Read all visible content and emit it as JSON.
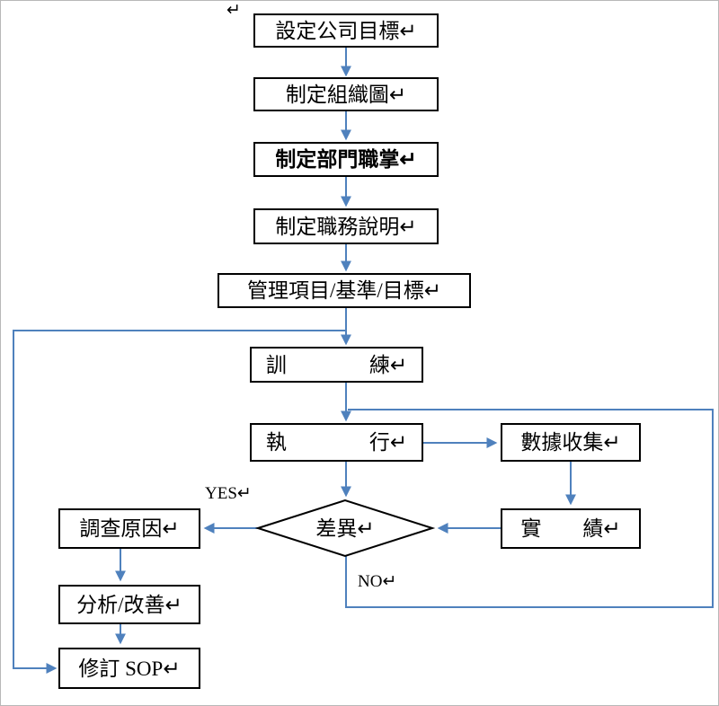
{
  "diagram": {
    "type": "flowchart",
    "colors": {
      "connector": "#4f81bd",
      "box_border": "#000000",
      "box_fill": "#ffffff",
      "text": "#000000",
      "frame_border": "#b8b8b8"
    },
    "nodes": {
      "set_goals": {
        "label": "設定公司目標↵"
      },
      "org_chart": {
        "label": "制定組織圖↵"
      },
      "dept_duties": {
        "label": "制定部門職掌↵"
      },
      "job_desc": {
        "label": "制定職務說明↵"
      },
      "mgmt_items": {
        "label": "管理項目/基準/目標↵"
      },
      "training": {
        "label": "訓　　　　練↵"
      },
      "execute": {
        "label": "執　　　　行↵"
      },
      "data_collection": {
        "label": "數據收集↵"
      },
      "results": {
        "label": "實　　績↵"
      },
      "difference": {
        "label": "差異↵"
      },
      "investigate": {
        "label": "調查原因↵"
      },
      "analyze": {
        "label": "分析/改善↵"
      },
      "revise_sop": {
        "label": "修訂 SOP↵"
      }
    },
    "branch_labels": {
      "yes": "YES↵",
      "no": "NO↵"
    },
    "stray_mark": "↵"
  }
}
